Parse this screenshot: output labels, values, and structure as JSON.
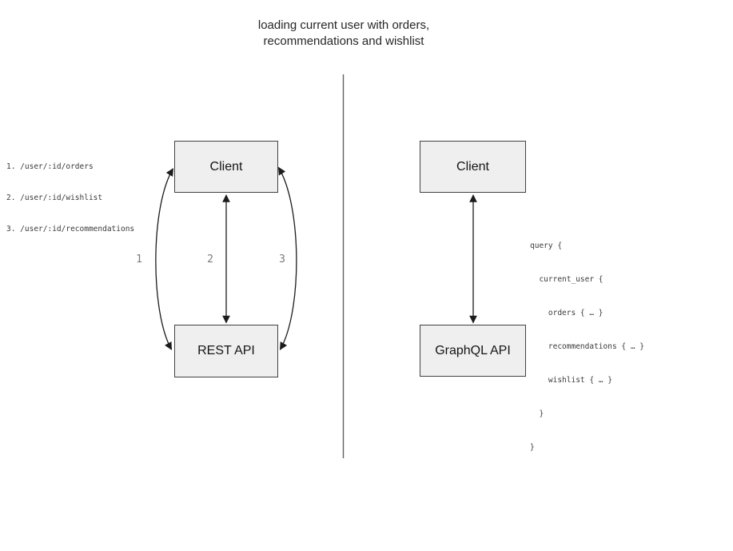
{
  "title": {
    "line1": "loading current user with orders,",
    "line2": "recommendations and wishlist"
  },
  "left_panel": {
    "endpoints": [
      "1. /user/:id/orders",
      "2. /user/:id/wishlist",
      "3. /user/:id/recommendations"
    ],
    "client_label": "Client",
    "api_label": "REST API",
    "arrow_labels": {
      "one": "1",
      "two": "2",
      "three": "3"
    }
  },
  "right_panel": {
    "client_label": "Client",
    "api_label": "GraphQL API",
    "query_lines": [
      "query {",
      "  current_user {",
      "    orders { … }",
      "    recommendations { … }",
      "    wishlist { … }",
      "  }",
      "}"
    ]
  },
  "colors": {
    "node_fill": "#efefef",
    "node_border": "#424242",
    "arrow_stroke": "#1c1c1c",
    "divider_stroke": "#616161",
    "gray_label": "#7a7a7a",
    "code_text": "#3a3a3a",
    "title_text": "#262626"
  }
}
